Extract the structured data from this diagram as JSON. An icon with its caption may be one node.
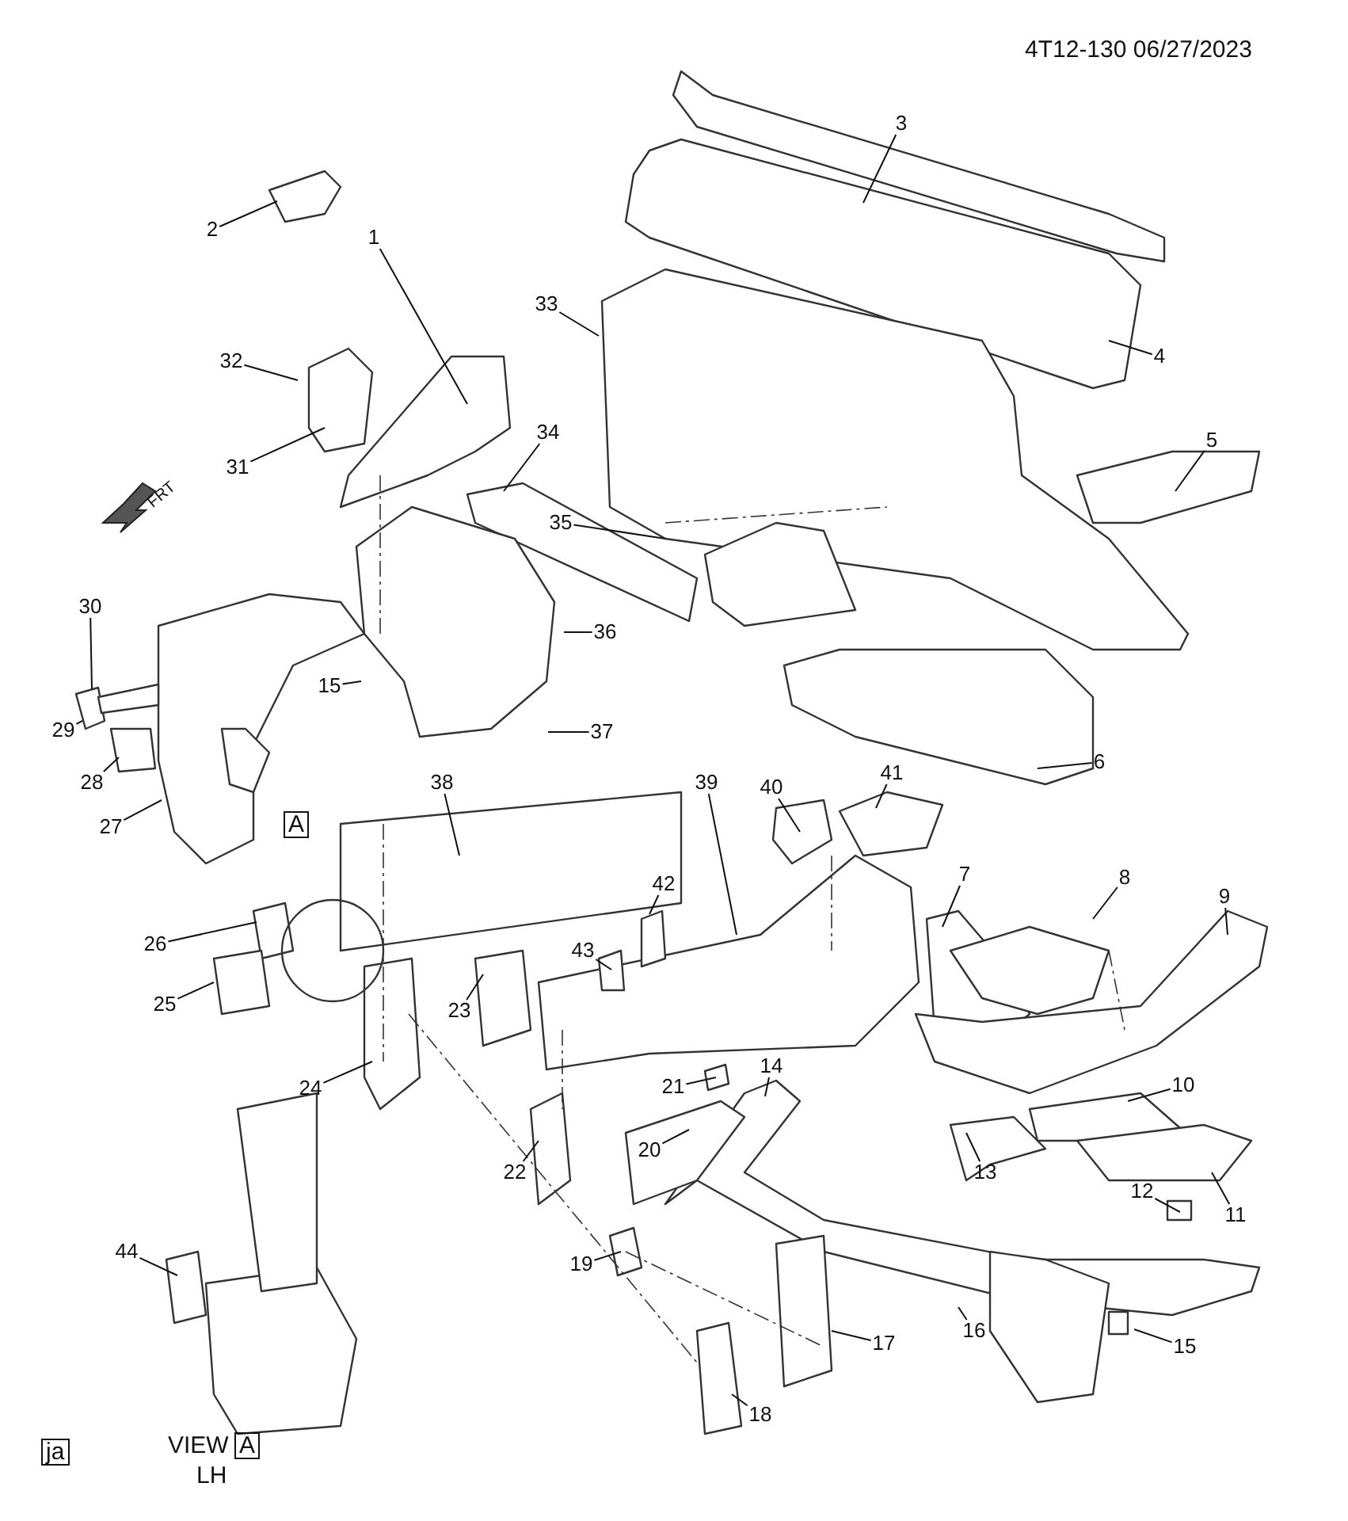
{
  "diagram": {
    "nodes": [
      {
        "text": [
          "1"
        ]
      },
      {
        "text": [
          "2"
        ]
      },
      {
        "text": [
          "3"
        ]
      },
      {
        "text": [
          "4"
        ]
      },
      {
        "text": [
          "5"
        ]
      },
      {
        "text": [
          "6"
        ]
      },
      {
        "text": [
          "7"
        ]
      },
      {
        "text": [
          "8"
        ]
      },
      {
        "text": [
          "9"
        ]
      },
      {
        "text": [
          "10"
        ]
      },
      {
        "text": [
          "11"
        ]
      },
      {
        "text": [
          "12"
        ]
      },
      {
        "text": [
          "13"
        ]
      },
      {
        "text": [
          "14"
        ]
      },
      {
        "text": [
          "15"
        ]
      },
      {
        "text": [
          "15"
        ]
      },
      {
        "text": [
          "16"
        ]
      },
      {
        "text": [
          "17"
        ]
      },
      {
        "text": [
          "18"
        ]
      },
      {
        "text": [
          "19"
        ]
      },
      {
        "text": [
          "20"
        ]
      },
      {
        "text": [
          "21"
        ]
      },
      {
        "text": [
          "22"
        ]
      },
      {
        "text": [
          "23"
        ]
      },
      {
        "text": [
          "24"
        ]
      },
      {
        "text": [
          "25"
        ]
      },
      {
        "text": [
          "26"
        ]
      },
      {
        "text": [
          "27"
        ]
      },
      {
        "text": [
          "28"
        ]
      },
      {
        "text": [
          "29"
        ]
      },
      {
        "text": [
          "30"
        ]
      },
      {
        "text": [
          "31"
        ]
      },
      {
        "text": [
          "32"
        ]
      },
      {
        "text": [
          "33"
        ]
      },
      {
        "text": [
          "34"
        ]
      },
      {
        "text": [
          "35"
        ]
      },
      {
        "text": [
          "36"
        ]
      },
      {
        "text": [
          "37"
        ]
      },
      {
        "text": [
          "38"
        ]
      },
      {
        "text": [
          "39"
        ]
      },
      {
        "text": [
          "40"
        ]
      },
      {
        "text": [
          "41"
        ]
      },
      {
        "text": [
          "42"
        ]
      },
      {
        "text": [
          "43"
        ]
      },
      {
        "text": [
          "44"
        ]
      }
    ],
    "edges": [
      {
        "from": 0,
        "to": null,
        "arrow": "none"
      },
      {
        "from": 1,
        "to": null,
        "arrow": "none"
      },
      {
        "from": 2,
        "to": null,
        "arrow": "none"
      },
      {
        "from": 3,
        "to": null,
        "arrow": "none"
      },
      {
        "from": 4,
        "to": null,
        "arrow": "none"
      },
      {
        "from": 5,
        "to": null,
        "arrow": "none"
      },
      {
        "from": 6,
        "to": null,
        "arrow": "none"
      },
      {
        "from": 7,
        "to": null,
        "arrow": "none"
      },
      {
        "from": 8,
        "to": null,
        "arrow": "none"
      },
      {
        "from": 9,
        "to": null,
        "arrow": "none"
      },
      {
        "from": 10,
        "to": null,
        "arrow": "none"
      },
      {
        "from": 11,
        "to": null,
        "arrow": "none"
      },
      {
        "from": 12,
        "to": null,
        "arrow": "none"
      },
      {
        "from": 13,
        "to": null,
        "arrow": "none"
      },
      {
        "from": 14,
        "to": null,
        "arrow": "none"
      },
      {
        "from": 15,
        "to": null,
        "arrow": "none"
      },
      {
        "from": 16,
        "to": null,
        "arrow": "none"
      },
      {
        "from": 17,
        "to": null,
        "arrow": "none"
      },
      {
        "from": 18,
        "to": null,
        "arrow": "none"
      },
      {
        "from": 19,
        "to": null,
        "arrow": "none"
      },
      {
        "from": 20,
        "to": null,
        "arrow": "none"
      },
      {
        "from": 21,
        "to": null,
        "arrow": "none"
      },
      {
        "from": 22,
        "to": null,
        "arrow": "none"
      },
      {
        "from": 23,
        "to": null,
        "arrow": "none"
      },
      {
        "from": 24,
        "to": null,
        "arrow": "none"
      },
      {
        "from": 25,
        "to": null,
        "arrow": "none"
      },
      {
        "from": 26,
        "to": null,
        "arrow": "none"
      },
      {
        "from": 27,
        "to": null,
        "arrow": "none"
      },
      {
        "from": 28,
        "to": null,
        "arrow": "none"
      },
      {
        "from": 29,
        "to": null,
        "arrow": "none"
      },
      {
        "from": 30,
        "to": null,
        "arrow": "none"
      },
      {
        "from": 31,
        "to": null,
        "arrow": "none"
      },
      {
        "from": 32,
        "to": null,
        "arrow": "none"
      },
      {
        "from": 33,
        "to": null,
        "arrow": "none"
      },
      {
        "from": 34,
        "to": null,
        "arrow": "none"
      },
      {
        "from": 35,
        "to": null,
        "arrow": "none"
      },
      {
        "from": 36,
        "to": null,
        "arrow": "none"
      },
      {
        "from": 37,
        "to": null,
        "arrow": "none"
      },
      {
        "from": 38,
        "to": null,
        "arrow": "none"
      },
      {
        "from": 39,
        "to": null,
        "arrow": "none"
      },
      {
        "from": 40,
        "to": null,
        "arrow": "none"
      },
      {
        "from": 41,
        "to": null,
        "arrow": "none"
      },
      {
        "from": 42,
        "to": null,
        "arrow": "none"
      },
      {
        "from": 43,
        "to": null,
        "arrow": "none"
      },
      {
        "from": 44,
        "to": null,
        "arrow": "none"
      }
    ],
    "labels": [
      "4T12-130 06/27/2023",
      "FRT",
      "A",
      "VIEW",
      "A",
      "LH",
      "ja"
    ]
  }
}
